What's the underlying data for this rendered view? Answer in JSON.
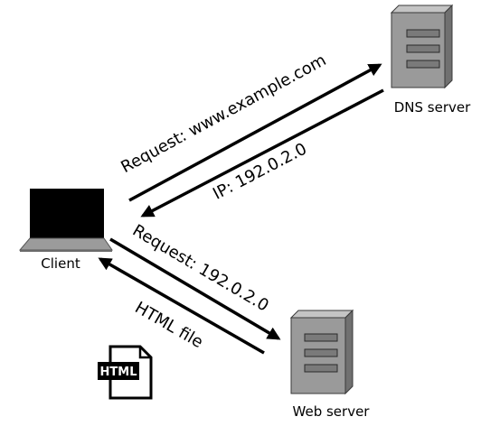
{
  "nodes": {
    "dns_server": {
      "label": "DNS server",
      "icon": "server-icon"
    },
    "web_server": {
      "label": "Web server",
      "icon": "server-icon"
    },
    "client": {
      "label": "Client",
      "icon": "laptop-icon"
    },
    "html_doc": {
      "badge": "HTML",
      "icon": "html-file-icon"
    }
  },
  "arrows": {
    "dns_request": "Request: www.example.com",
    "dns_response": "IP: 192.0.2.0",
    "web_request": "Request: 192.0.2.0",
    "web_response": "HTML file"
  },
  "colors": {
    "server_body": "#9a9a9a",
    "server_side": "#707070",
    "server_top": "#c4c4c4",
    "screen": "#000000",
    "laptop_base": "#9b9b9b"
  }
}
